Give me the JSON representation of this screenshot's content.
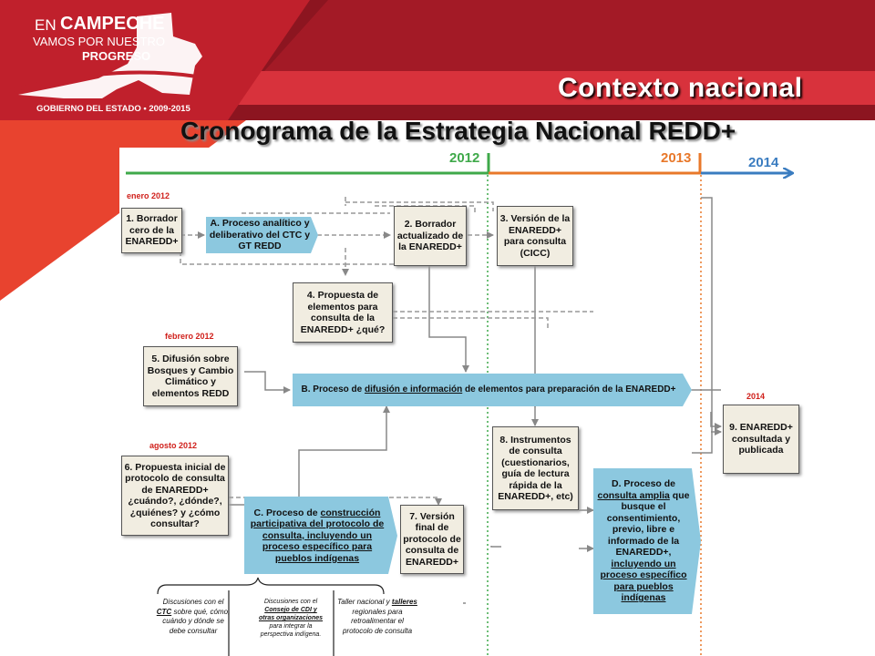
{
  "logo": {
    "line1a": "EN",
    "line1b": "CAMPECHE",
    "line2": "VAMOS POR NUESTRO",
    "line3": "PROGRESO",
    "footer": "GOBIERNO DEL ESTADO • 2009-2015"
  },
  "colors": {
    "dark_red": "#8c1520",
    "red": "#d3303a",
    "orange": "#e8782a",
    "green": "#3fa94a",
    "blue": "#3a7cc0",
    "box_blue": "#8cc8df"
  },
  "header": {
    "title": "Contexto nacional",
    "subtitle": "Cronograma de la Estrategia Nacional REDD+"
  },
  "timeline": {
    "y2012": "2012",
    "y2013": "2013",
    "y2014": "2014"
  },
  "dates": {
    "enero": "enero 2012",
    "febrero": "febrero 2012",
    "agosto": "agosto 2012",
    "y2014": "2014"
  },
  "nodes": {
    "n1": "1. Borrador cero de la ENAREDD+",
    "nA": "A. Proceso analítico y deliberativo del CTC y GT REDD",
    "n2": "2. Borrador actualizado de la ENAREDD+",
    "n3": "3. Versión de la ENAREDD+ para consulta (CICC)",
    "n4": "4. Propuesta de elementos para consulta de la ENAREDD+ ¿qué?",
    "n5": "5. Difusión sobre Bosques y Cambio Climático y elementos REDD",
    "nB_pre": "B. Proceso de",
    "nB_u": "difusión e información",
    "nB_post": "de elementos para preparación de la ENAREDD+",
    "n6": "6. Propuesta inicial de protocolo de consulta de ENAREDD+ ¿cuándo?, ¿dónde?, ¿quiénes? y ¿cómo consultar?",
    "nC_pre": "C. Proceso de",
    "nC_u": "construcción participativa del protocolo de consulta, incluyendo un proceso específico para pueblos indígenas",
    "n7": "7. Versión final de protocolo de consulta de ENAREDD+",
    "n8": "8. Instrumentos de consulta (cuestionarios, guía de lectura rápida de la ENAREDD+, etc)",
    "nD_pre": "D. Proceso de",
    "nD_u1": "consulta amplia",
    "nD_mid": "que busque el consentimiento, previo, libre e informado de la ENAREDD+,",
    "nD_u2": "incluyendo un proceso específico para pueblos indígenas",
    "n9": "9. ENAREDD+ consultada y publicada"
  },
  "notes": {
    "note1_a": "Discusiones con el",
    "note1_u": "CTC",
    "note1_b": "sobre qué, cómo, cuándo y dónde se debe consultar",
    "note2_a": "Discusiones con el",
    "note2_u": "Consejo de CDI y otras organizaciones",
    "note2_b": "para integrar la perspectiva indígena.",
    "note3_a": "Taller nacional y",
    "note3_u": "talleres",
    "note3_b": "regionales para retroalimentar el protocolo de consulta"
  }
}
